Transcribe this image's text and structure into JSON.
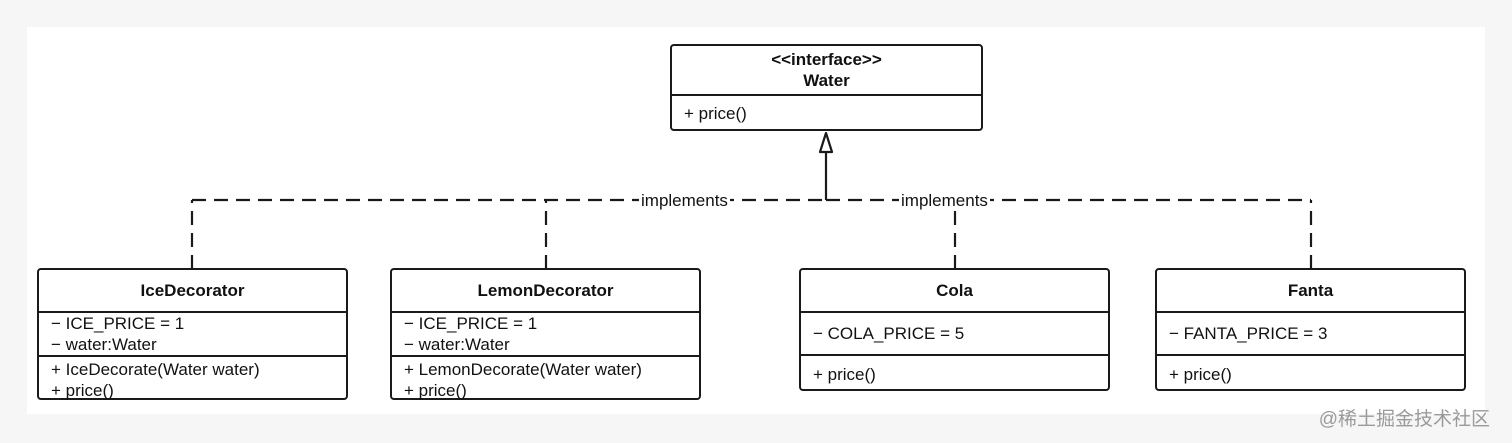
{
  "interface": {
    "stereotype": "<<interface>>",
    "name": "Water",
    "methods": [
      "+ price()"
    ]
  },
  "classes": {
    "ice": {
      "name": "IceDecorator",
      "attributes": [
        "− ICE_PRICE = 1",
        "− water:Water"
      ],
      "methods": [
        "+ IceDecorate(Water water)",
        "+ price()"
      ]
    },
    "lemon": {
      "name": "LemonDecorator",
      "attributes": [
        "− ICE_PRICE = 1",
        "− water:Water"
      ],
      "methods": [
        "+ LemonDecorate(Water water)",
        "+ price()"
      ]
    },
    "cola": {
      "name": "Cola",
      "attributes": [
        "− COLA_PRICE = 5"
      ],
      "methods": [
        "+ price()"
      ]
    },
    "fanta": {
      "name": "Fanta",
      "attributes": [
        "− FANTA_PRICE = 3"
      ],
      "methods": [
        "+ price()"
      ]
    }
  },
  "relations": {
    "left_label": "implements",
    "right_label": "implements"
  },
  "watermark": "@稀土掘金技术社区",
  "colors": {
    "line": "#1a1a1a",
    "canvas": "#ffffff",
    "background": "#f6f6f6",
    "watermark": "#9a9a9a"
  }
}
